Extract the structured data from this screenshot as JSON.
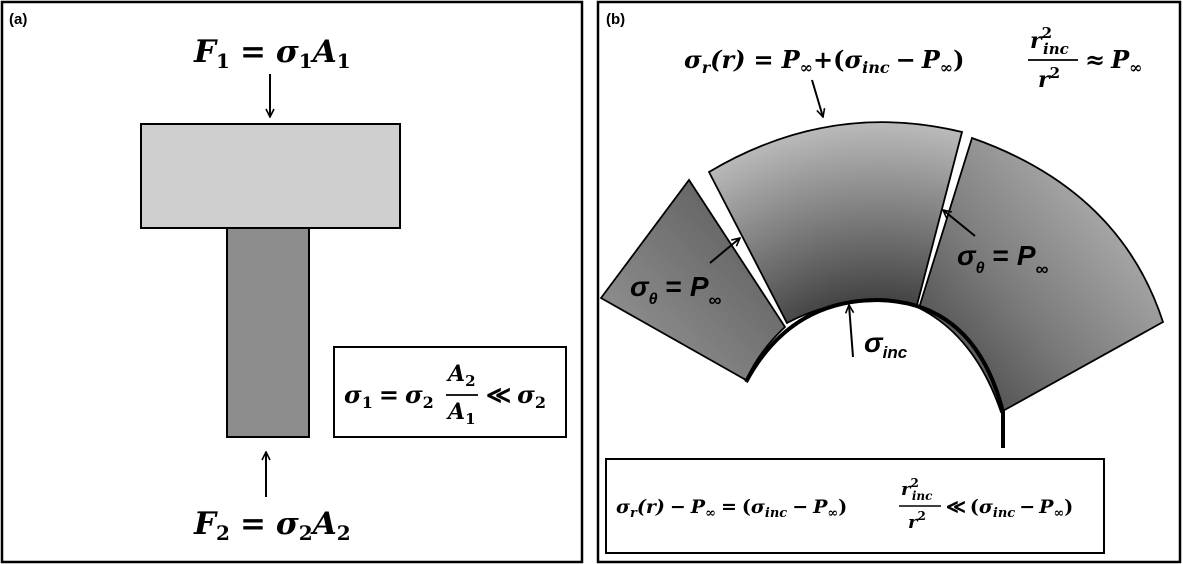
{
  "panel_a": {
    "label": "(a)",
    "top_force": {
      "lhs": "F",
      "lhs_sub": "1",
      "eq": "=",
      "sigma": "σ",
      "sigma_sub": "1",
      "area": "A",
      "area_sub": "1"
    },
    "bottom_force": {
      "lhs": "F",
      "lhs_sub": "2",
      "eq": "=",
      "sigma": "σ",
      "sigma_sub": "2",
      "area": "A",
      "area_sub": "2"
    },
    "relation": {
      "lhs": "σ",
      "lhs_sub": "1",
      "eq": "=",
      "sigma": "σ",
      "sigma_sub": "2",
      "num": "A",
      "num_sub": "2",
      "den": "A",
      "den_sub": "1",
      "ll": "≪",
      "rhs": "σ",
      "rhs_sub": "2"
    }
  },
  "panel_b": {
    "label": "(b)",
    "top_equation": {
      "sigma": "σ",
      "sigma_sub": "r",
      "arg": "(r)",
      "eq": "=",
      "p_inf": "P",
      "inf": "∞",
      "plus": "+(",
      "sigma_inc": "σ",
      "inc": "inc",
      "minus": "−",
      "p_inf2": "P",
      "inf2": "∞",
      "close": ")",
      "frac_num": "r",
      "frac_num_sup": "2",
      "frac_num_sub": "inc",
      "frac_den": "r",
      "frac_den_sup": "2",
      "approx": "≈",
      "p_inf3": "P",
      "inf3": "∞"
    },
    "left_label": {
      "sigma": "σ",
      "theta": "θ",
      "eq": "=",
      "p": "P",
      "inf": "∞"
    },
    "right_label": {
      "sigma": "σ",
      "theta": "θ",
      "eq": "=",
      "p": "P",
      "inf": "∞"
    },
    "inner_label": {
      "sigma": "σ",
      "sub": "inc"
    },
    "bottom_equation": {
      "sigma": "σ",
      "sigma_sub": "r",
      "arg": "(r)",
      "minus": "−",
      "p": "P",
      "inf": "∞",
      "eq": "=",
      "open": "(",
      "sigma_inc": "σ",
      "inc": "inc",
      "minus2": "−",
      "p2": "P",
      "inf2": "∞",
      "close": ")",
      "frac_num": "r",
      "frac_num_sup": "2",
      "frac_num_sub": "inc",
      "frac_den": "r",
      "frac_den_sup": "2",
      "ll": "≪",
      "open2": "(",
      "sigma_inc2": "σ",
      "inc2": "inc",
      "minus3": "−",
      "p3": "P",
      "inf3": "∞",
      "close2": ")"
    }
  }
}
